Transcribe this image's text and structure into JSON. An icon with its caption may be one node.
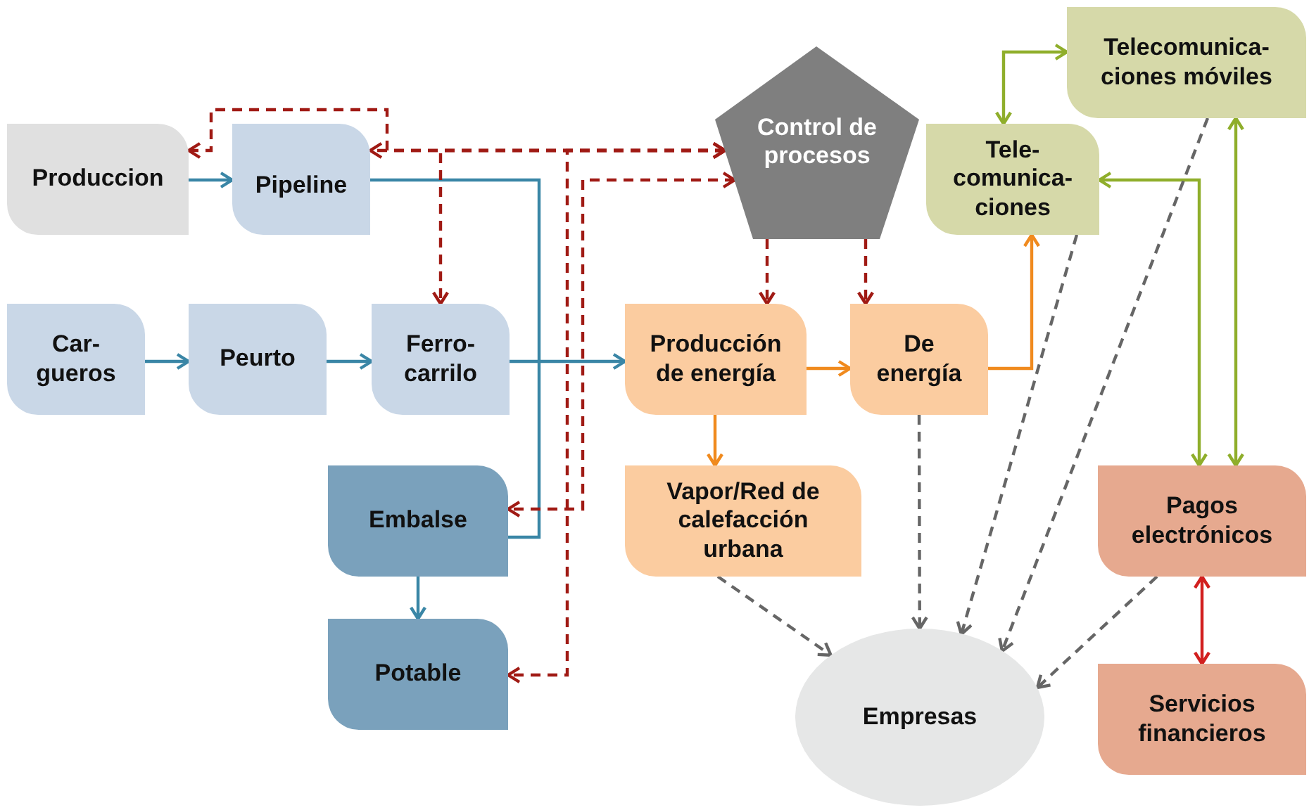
{
  "diagram": {
    "nodes": [
      {
        "text": [
          "Produccion"
        ]
      },
      {
        "text": [
          "Pipeline"
        ]
      },
      {
        "text": [
          "Car- gueros"
        ]
      },
      {
        "text": [
          "Peurto"
        ]
      },
      {
        "text": [
          "Ferro- carrilo"
        ]
      },
      {
        "text": [
          "Control de procesos"
        ]
      },
      {
        "text": [
          "Tele- comunica- ciones"
        ]
      },
      {
        "text": [
          "Telecomunica- ciones móviles"
        ]
      },
      {
        "text": [
          "Producción de energía"
        ]
      },
      {
        "text": [
          "De energía"
        ]
      },
      {
        "text": [
          "Vapor/Red de calefacción urbana"
        ]
      },
      {
        "text": [
          "Embalse"
        ]
      },
      {
        "text": [
          "Potable"
        ]
      },
      {
        "text": [
          "Empresas"
        ]
      },
      {
        "text": [
          "Pagos electrónicos"
        ]
      },
      {
        "text": [
          "Servicios financieros"
        ]
      }
    ],
    "edges": [
      {
        "from": 0,
        "to": 1,
        "arrow": "to",
        "color": "#3a86a6"
      },
      {
        "from": 2,
        "to": 3,
        "arrow": "to",
        "color": "#3a86a6"
      },
      {
        "from": 3,
        "to": 4,
        "arrow": "to",
        "color": "#3a86a6"
      },
      {
        "from": 4,
        "to": 8,
        "arrow": "to",
        "color": "#3a86a6"
      },
      {
        "from": 1,
        "to": 11,
        "arrow": "none",
        "color": "#3a86a6"
      },
      {
        "from": 11,
        "to": 12,
        "arrow": "to",
        "color": "#3a86a6"
      },
      {
        "from": 5,
        "to": 0,
        "arrow": "both",
        "style": "dashed",
        "color": "#a01a14"
      },
      {
        "from": 5,
        "to": 1,
        "arrow": "both",
        "style": "dashed",
        "color": "#a01a14"
      },
      {
        "from": 5,
        "to": 4,
        "arrow": "both",
        "style": "dashed",
        "color": "#a01a14"
      },
      {
        "from": 5,
        "to": 12,
        "arrow": "both",
        "style": "dashed",
        "color": "#a01a14"
      },
      {
        "from": 5,
        "to": 11,
        "arrow": "both",
        "style": "dashed",
        "color": "#a01a14"
      },
      {
        "from": 5,
        "to": 8,
        "arrow": "to",
        "style": "dashed",
        "color": "#a01a14"
      },
      {
        "from": 5,
        "to": 9,
        "arrow": "to",
        "style": "dashed",
        "color": "#a01a14"
      },
      {
        "from": 8,
        "to": 9,
        "arrow": "to",
        "color": "#f08a1e"
      },
      {
        "from": 9,
        "to": 6,
        "arrow": "to",
        "color": "#f08a1e"
      },
      {
        "from": 8,
        "to": 10,
        "arrow": "to",
        "color": "#f08a1e"
      },
      {
        "from": 7,
        "to": 6,
        "arrow": "both",
        "color": "#8fae2b"
      },
      {
        "from": 14,
        "to": 6,
        "arrow": "both",
        "color": "#8fae2b"
      },
      {
        "from": 7,
        "to": 14,
        "arrow": "both",
        "color": "#8fae2b"
      },
      {
        "from": 14,
        "to": 15,
        "arrow": "both",
        "color": "#d2201f"
      },
      {
        "from": 10,
        "to": 13,
        "arrow": "to",
        "style": "dashed",
        "color": "#666666"
      },
      {
        "from": 9,
        "to": 13,
        "arrow": "to",
        "style": "dashed",
        "color": "#666666"
      },
      {
        "from": 6,
        "to": 13,
        "arrow": "to",
        "style": "dashed",
        "color": "#666666"
      },
      {
        "from": 7,
        "to": 13,
        "arrow": "to",
        "style": "dashed",
        "color": "#666666"
      },
      {
        "from": 14,
        "to": 13,
        "arrow": "to",
        "style": "dashed",
        "color": "#666666"
      }
    ]
  }
}
